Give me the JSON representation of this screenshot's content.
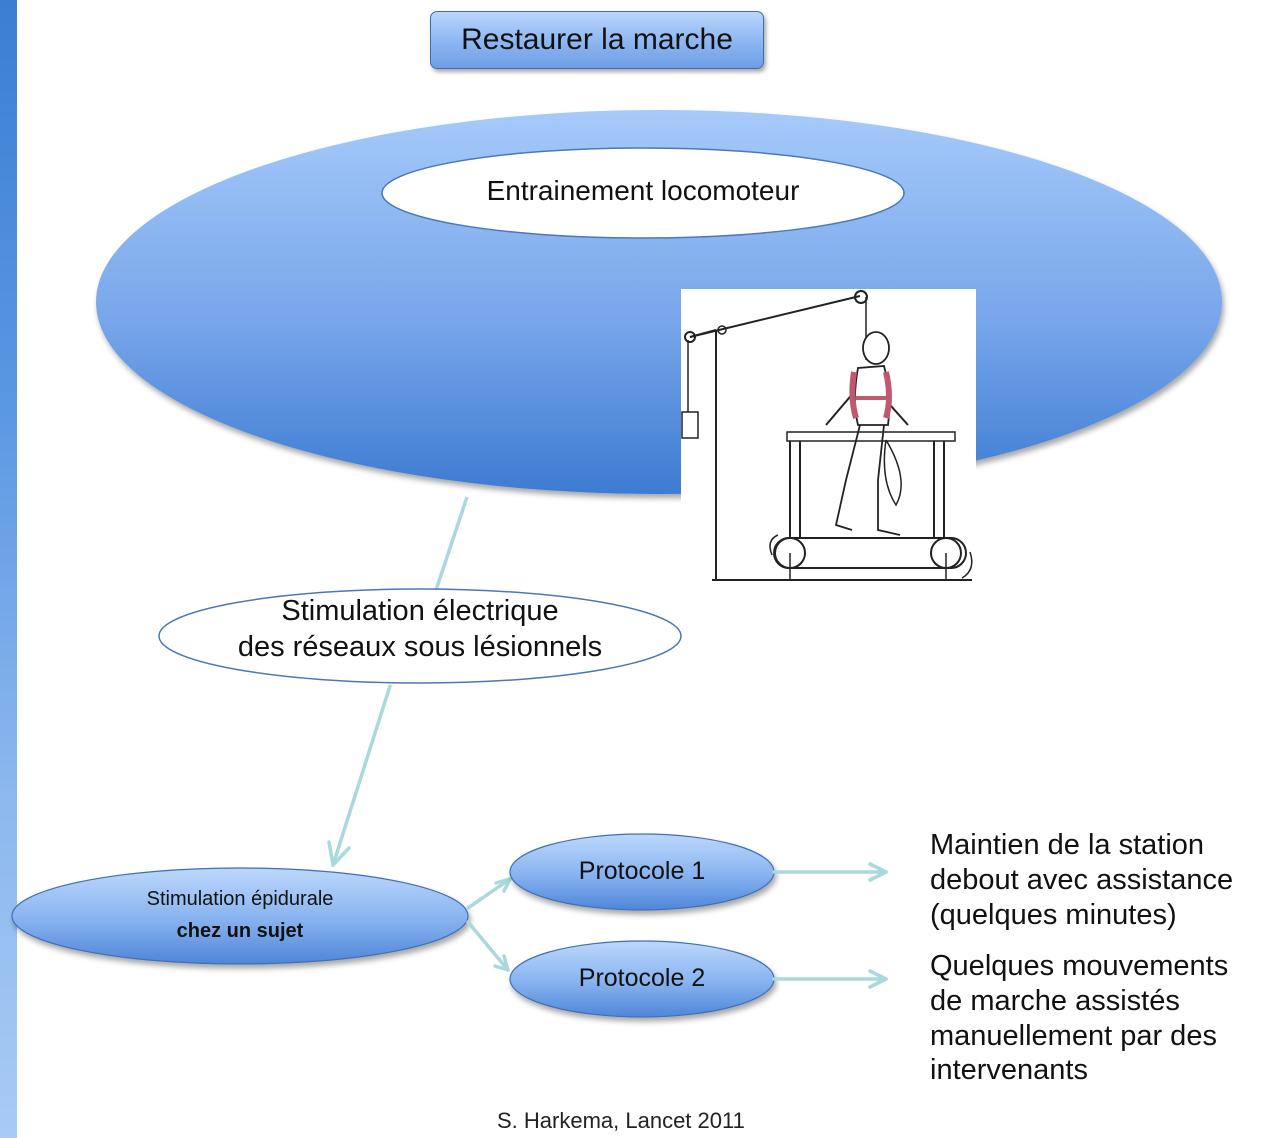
{
  "title": "Restaurer la marche",
  "main_ellipse_label": "Entrainement locomoteur",
  "stimulation_electrique": {
    "line1": "Stimulation électrique",
    "line2": "des réseaux sous lésionnels"
  },
  "epidural": {
    "line1": "Stimulation épidurale",
    "line2": "chez un sujet"
  },
  "protocols": [
    {
      "label": "Protocole 1"
    },
    {
      "label": "Protocole 2"
    }
  ],
  "outcomes": [
    {
      "lines": [
        "Maintien de la station",
        "debout avec assistance",
        "(quelques minutes)"
      ]
    },
    {
      "lines": [
        "Quelques mouvements",
        "de marche assistés",
        "manuellement par des",
        "intervenants"
      ]
    }
  ],
  "citation": "S. Harkema, Lancet 2011",
  "colors": {
    "ellipse_light": "#a6cafa",
    "ellipse_dark": "#3d7bd2",
    "arrow": "#a9d9dd",
    "outline": "#4a78b8"
  }
}
